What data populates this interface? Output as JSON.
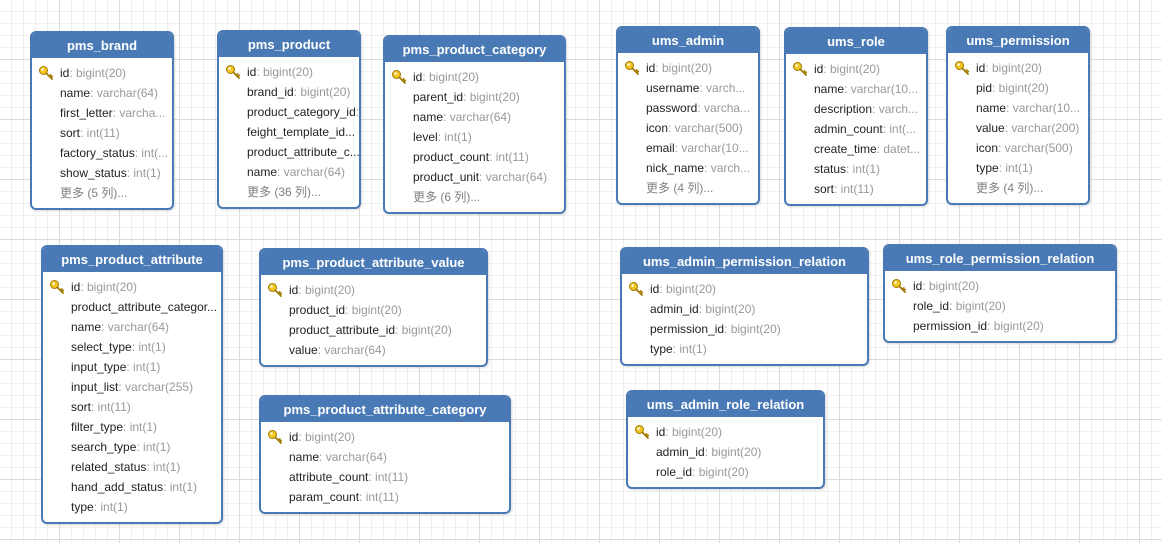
{
  "tables": [
    {
      "id": "pms_brand",
      "name": "pms_brand",
      "fields": [
        {
          "name": "id",
          "type": ": bigint(20)",
          "pk": true
        },
        {
          "name": "name",
          "type": ": varchar(64)"
        },
        {
          "name": "first_letter",
          "type": ": varcha..."
        },
        {
          "name": "sort",
          "type": ": int(11)"
        },
        {
          "name": "factory_status",
          "type": ": int(..."
        },
        {
          "name": "show_status",
          "type": ": int(1)"
        }
      ],
      "more": "更多 (5 列)..."
    },
    {
      "id": "pms_product",
      "name": "pms_product",
      "fields": [
        {
          "name": "id",
          "type": ": bigint(20)",
          "pk": true
        },
        {
          "name": "brand_id",
          "type": ": bigint(20)"
        },
        {
          "name": "product_category_id",
          "type": ":"
        },
        {
          "name": "feight_template_id...",
          "type": ""
        },
        {
          "name": "product_attribute_c...",
          "type": ""
        },
        {
          "name": "name",
          "type": ": varchar(64)"
        }
      ],
      "more": "更多 (36 列)..."
    },
    {
      "id": "pms_product_category",
      "name": "pms_product_category",
      "fields": [
        {
          "name": "id",
          "type": ": bigint(20)",
          "pk": true
        },
        {
          "name": "parent_id",
          "type": ": bigint(20)"
        },
        {
          "name": "name",
          "type": ": varchar(64)"
        },
        {
          "name": "level",
          "type": ": int(1)"
        },
        {
          "name": "product_count",
          "type": ": int(11)"
        },
        {
          "name": "product_unit",
          "type": ": varchar(64)"
        }
      ],
      "more": "更多 (6 列)..."
    },
    {
      "id": "ums_admin",
      "name": "ums_admin",
      "fields": [
        {
          "name": "id",
          "type": ": bigint(20)",
          "pk": true
        },
        {
          "name": "username",
          "type": ": varch..."
        },
        {
          "name": "password",
          "type": ": varcha..."
        },
        {
          "name": "icon",
          "type": ": varchar(500)"
        },
        {
          "name": "email",
          "type": ": varchar(10..."
        },
        {
          "name": "nick_name",
          "type": ": varch..."
        }
      ],
      "more": "更多 (4 列)..."
    },
    {
      "id": "ums_role",
      "name": "ums_role",
      "fields": [
        {
          "name": "id",
          "type": ": bigint(20)",
          "pk": true
        },
        {
          "name": "name",
          "type": ": varchar(10..."
        },
        {
          "name": "description",
          "type": ": varch..."
        },
        {
          "name": "admin_count",
          "type": ": int(..."
        },
        {
          "name": "create_time",
          "type": ": datet..."
        },
        {
          "name": "status",
          "type": ": int(1)"
        },
        {
          "name": "sort",
          "type": ": int(11)"
        }
      ],
      "more": ""
    },
    {
      "id": "ums_permission",
      "name": "ums_permission",
      "fields": [
        {
          "name": "id",
          "type": ": bigint(20)",
          "pk": true
        },
        {
          "name": "pid",
          "type": ": bigint(20)"
        },
        {
          "name": "name",
          "type": ": varchar(10..."
        },
        {
          "name": "value",
          "type": ": varchar(200)"
        },
        {
          "name": "icon",
          "type": ": varchar(500)"
        },
        {
          "name": "type",
          "type": ": int(1)"
        }
      ],
      "more": "更多 (4 列)..."
    },
    {
      "id": "pms_product_attribute",
      "name": "pms_product_attribute",
      "fields": [
        {
          "name": "id",
          "type": ": bigint(20)",
          "pk": true
        },
        {
          "name": "product_attribute_categor...",
          "type": ""
        },
        {
          "name": "name",
          "type": ": varchar(64)"
        },
        {
          "name": "select_type",
          "type": ": int(1)"
        },
        {
          "name": "input_type",
          "type": ": int(1)"
        },
        {
          "name": "input_list",
          "type": ": varchar(255)"
        },
        {
          "name": "sort",
          "type": ": int(11)"
        },
        {
          "name": "filter_type",
          "type": ": int(1)"
        },
        {
          "name": "search_type",
          "type": ": int(1)"
        },
        {
          "name": "related_status",
          "type": ": int(1)"
        },
        {
          "name": "hand_add_status",
          "type": ": int(1)"
        },
        {
          "name": "type",
          "type": ": int(1)"
        }
      ],
      "more": ""
    },
    {
      "id": "pms_product_attribute_value",
      "name": "pms_product_attribute_value",
      "fields": [
        {
          "name": "id",
          "type": ": bigint(20)",
          "pk": true
        },
        {
          "name": "product_id",
          "type": ": bigint(20)"
        },
        {
          "name": "product_attribute_id",
          "type": ": bigint(20)"
        },
        {
          "name": "value",
          "type": ": varchar(64)"
        }
      ],
      "more": ""
    },
    {
      "id": "pms_product_attribute_category",
      "name": "pms_product_attribute_category",
      "fields": [
        {
          "name": "id",
          "type": ": bigint(20)",
          "pk": true
        },
        {
          "name": "name",
          "type": ": varchar(64)"
        },
        {
          "name": "attribute_count",
          "type": ": int(11)"
        },
        {
          "name": "param_count",
          "type": ": int(11)"
        }
      ],
      "more": ""
    },
    {
      "id": "ums_admin_permission_relation",
      "name": "ums_admin_permission_relation",
      "fields": [
        {
          "name": "id",
          "type": ": bigint(20)",
          "pk": true
        },
        {
          "name": "admin_id",
          "type": ": bigint(20)"
        },
        {
          "name": "permission_id",
          "type": ": bigint(20)"
        },
        {
          "name": "type",
          "type": ": int(1)"
        }
      ],
      "more": ""
    },
    {
      "id": "ums_role_permission_relation",
      "name": "ums_role_permission_relation",
      "fields": [
        {
          "name": "id",
          "type": ": bigint(20)",
          "pk": true
        },
        {
          "name": "role_id",
          "type": ": bigint(20)"
        },
        {
          "name": "permission_id",
          "type": ": bigint(20)"
        }
      ],
      "more": ""
    },
    {
      "id": "ums_admin_role_relation",
      "name": "ums_admin_role_relation",
      "fields": [
        {
          "name": "id",
          "type": ": bigint(20)",
          "pk": true
        },
        {
          "name": "admin_id",
          "type": ": bigint(20)"
        },
        {
          "name": "role_id",
          "type": ": bigint(20)"
        }
      ],
      "more": ""
    }
  ],
  "icons": {
    "primary_key": "key-icon"
  },
  "colors": {
    "header": "#4a7ab5",
    "type_text": "#999999"
  }
}
